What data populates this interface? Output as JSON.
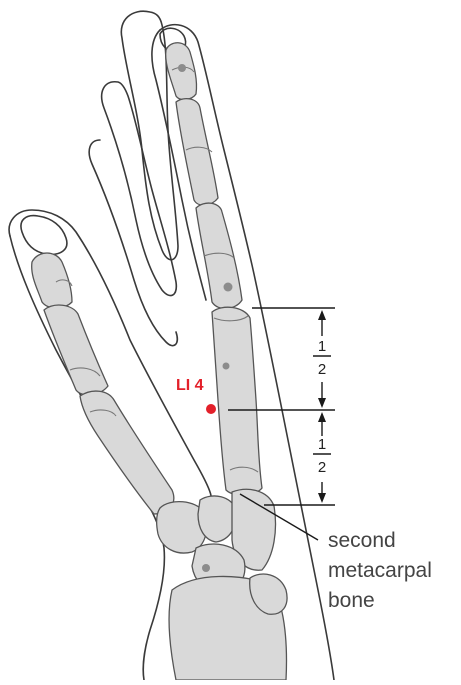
{
  "acupoint": {
    "label": "LI 4",
    "color": "#e3202a"
  },
  "measurements": [
    {
      "numerator": "1",
      "denominator": "2"
    },
    {
      "numerator": "1",
      "denominator": "2"
    }
  ],
  "callout": {
    "lines": [
      "second",
      "metacarpal",
      "bone"
    ]
  },
  "colors": {
    "bone_fill": "#d9d9d9",
    "outline": "#3a3a3a",
    "marker": "#8c8c8c"
  }
}
